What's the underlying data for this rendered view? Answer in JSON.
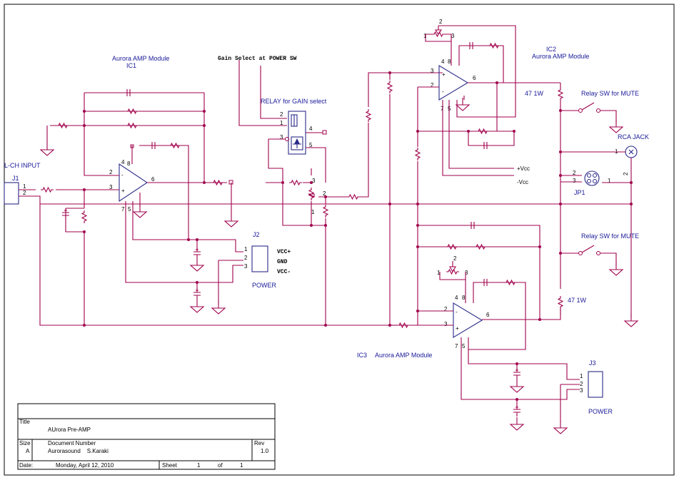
{
  "labels": {
    "ic1_title": "Aurora AMP Module",
    "ic1_ref": "IC1",
    "ic2_ref": "IC2",
    "ic2_title": "Aurora AMP Module",
    "ic3_ref": "IC3",
    "ic3_title": "Aurora AMP Module",
    "gain_select": "Gain Select at POWER SW",
    "relay_gain": "RELAY for GAIN select",
    "lch_input": "L-CH INPUT",
    "j1": "J1",
    "j2": "J2",
    "j3": "J3",
    "jp1": "JP1",
    "rca_jack": "RCA JACK",
    "relay_mute_1": "Relay SW for MUTE",
    "relay_mute_2": "Relay SW for MUTE",
    "r_47_1": "47 1W",
    "r_47_2": "47 1W",
    "vcc_plus_j2": "VCC+",
    "gnd_j2": "GND",
    "vcc_minus_j2": "VCC-",
    "power_j2": "POWER",
    "power_j3": "POWER",
    "plus_vcc": "+Vcc",
    "minus_vcc": "-Vcc"
  },
  "title_block": {
    "title_label": "Title",
    "title_value": "AUrora Pre-AMP",
    "size_label": "Size",
    "size_value": "A",
    "docnum_label": "Document Number",
    "docnum_value": "Aurorasound    S.Karaki",
    "rev_label": "Rev",
    "rev_value": "1.0",
    "date_label": "Date:",
    "date_value": "Monday, April 12, 2010",
    "sheet_label": "Sheet",
    "sheet_value": "1",
    "of_label": "of",
    "of_value": "1"
  }
}
